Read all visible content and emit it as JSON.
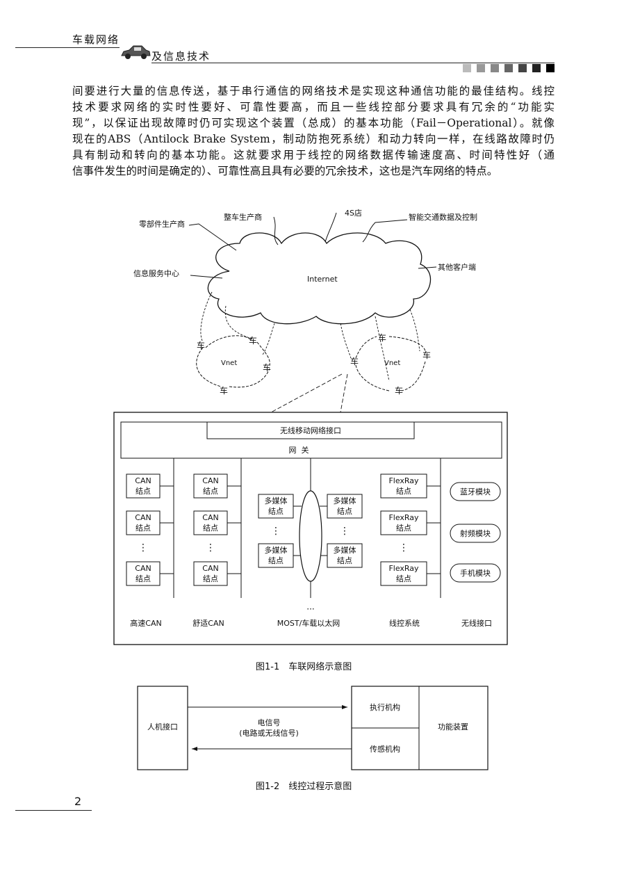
{
  "header": {
    "book_title_1": "车载网络",
    "book_title_2": "及信息技术"
  },
  "body_paragraph": [
    "间要进行大量的信息传送，基于串行通信的网络技术是实现这种通信功能的最佳结构。线控",
    "技术要求网络的实时性要好、可靠性要高，而且一些线控部分要求具有冗余的“功能实",
    "现”，以保证出现故障时仍可实现这个装置（总成）的基本功能（Fail－Operational）。就像",
    "现在的ABS（Antilock Brake System，制动防抱死系统）和动力转向一样，在线路故障时仍",
    "具有制动和转向的基本功能。这就要求用于线控的网络数据传输速度高、时间特性好（通",
    "信事件发生的时间是确定的）、可靠性高且具有必要的冗余技术，这也是汽车网络的特点。"
  ],
  "figure1": {
    "cloud_labels": {
      "manufacturer": "整车生产商",
      "parts": "零部件生产商",
      "4s": "4S店",
      "traffic": "智能交通数据及控制",
      "info_center": "信息服务中心",
      "other_clients": "其他客户端",
      "internet": "Internet"
    },
    "vnet_label": "Vnet",
    "car_label": "车",
    "wireless_interface": "无线移动网络接口",
    "gateway": "网  关",
    "can_node_line1": "CAN",
    "node_line2": "结点",
    "multimedia_line1": "多媒体",
    "flexray_line1": "FlexRay",
    "dots": "⋮",
    "ellipsis": "···",
    "modules": [
      "蓝牙模块",
      "射频模块",
      "手机模块"
    ],
    "columns": [
      "高速CAN",
      "舒适CAN",
      "MOST/车载以太网",
      "线控系统",
      "无线接口"
    ],
    "caption": "图1-1　车联网络示意图"
  },
  "figure2": {
    "hmi": "人机接口",
    "signal_line1": "电信号",
    "signal_line2": "(电路或无线信号)",
    "actuator": "执行机构",
    "sensor": "传感机构",
    "function_device": "功能装置",
    "caption": "图1-2　线控过程示意图"
  },
  "page_number": "2"
}
